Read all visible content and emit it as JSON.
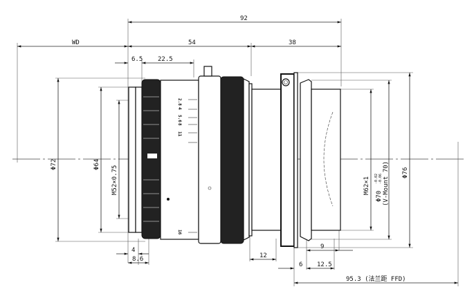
{
  "drawing": {
    "dimensions": {
      "overall_length": "92",
      "working_distance": "WD",
      "front_length": "54",
      "rear_length": "38",
      "front_step": "6.5",
      "focus_ring_pos": "22.5",
      "outer_diameter": "Φ72",
      "filter_ring_diameter": "Φ64",
      "filter_thread": "M52×0.75",
      "rear_thread": "M62×1",
      "mount_diameter": "Φ70",
      "mount_tol_upper": "-0.02",
      "mount_tol_lower": "-0.06",
      "mount_name": "(V-Mount 70)",
      "flange_diameter": "Φ76",
      "dim_4": "4",
      "dim_8_6": "8.6",
      "dim_12": "12",
      "dim_9": "9",
      "dim_6": "6",
      "dim_12_5": "12.5",
      "flange_focal_distance": "95.3 (法兰距 FFD)"
    },
    "aperture_scale": [
      "2.8",
      "4",
      "5.6",
      "8",
      "11",
      "16"
    ],
    "colors": {
      "line": "#111111",
      "background": "#ffffff"
    }
  }
}
